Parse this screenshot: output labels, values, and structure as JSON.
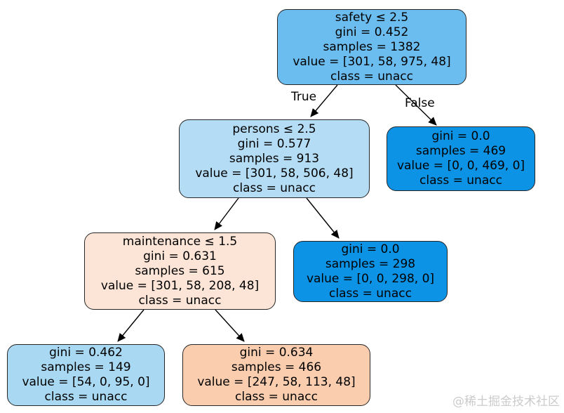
{
  "edge_labels": {
    "true_label": "True",
    "false_label": "False"
  },
  "watermark": "@稀土掘金技术社区",
  "colors": {
    "node_border": "#262626",
    "edge_stroke": "#000000",
    "root_fill": "#6cbdef",
    "light_blue_fill": "#b4ddf5",
    "pure_blue_fill": "#0c93e6",
    "light_peach_fill": "#fce5d7",
    "leaf_blue_fill": "#a8d8f2",
    "peach_fill": "#f9cdae",
    "watermark_color": "#cbcbcb"
  },
  "nodes": [
    {
      "fill": "#6cbdef",
      "lines": [
        "safety ≤ 2.5",
        "gini = 0.452",
        "samples = 1382",
        "value = [301, 58, 975, 48]",
        "class = unacc"
      ]
    },
    {
      "fill": "#b4ddf5",
      "lines": [
        "persons ≤ 2.5",
        "gini = 0.577",
        "samples = 913",
        "value = [301, 58, 506, 48]",
        "class = unacc"
      ]
    },
    {
      "fill": "#0c93e6",
      "lines": [
        "gini = 0.0",
        "samples = 469",
        "value = [0, 0, 469, 0]",
        "class = unacc"
      ]
    },
    {
      "fill": "#fce5d7",
      "lines": [
        "maintenance ≤ 1.5",
        "gini = 0.631",
        "samples = 615",
        "value = [301, 58, 208, 48]",
        "class = unacc"
      ]
    },
    {
      "fill": "#0c93e6",
      "lines": [
        "gini = 0.0",
        "samples = 298",
        "value = [0, 0, 298, 0]",
        "class = unacc"
      ]
    },
    {
      "fill": "#a8d8f2",
      "lines": [
        "gini = 0.462",
        "samples = 149",
        "value = [54, 0, 95, 0]",
        "class = unacc"
      ]
    },
    {
      "fill": "#f9cdae",
      "lines": [
        "gini = 0.634",
        "samples = 466",
        "value = [247, 58, 113, 48]",
        "class = unacc"
      ]
    }
  ]
}
